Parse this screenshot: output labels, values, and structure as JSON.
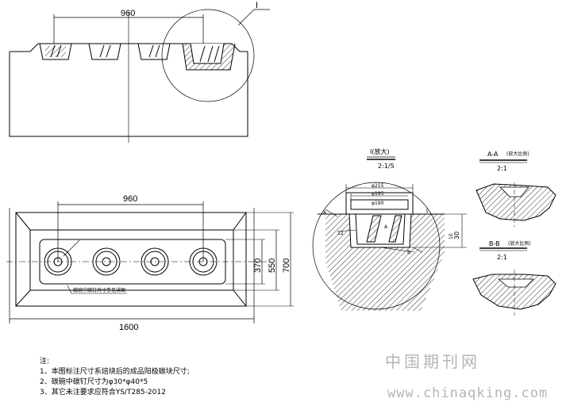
{
  "top_view": {
    "dim_width": "960",
    "detail_ref": "I"
  },
  "plan_view": {
    "dim_width": "960",
    "dim_length": "1600",
    "dim_inner_height": "370",
    "dim_mid_height": "550",
    "dim_outer_height": "700",
    "callout_text": "碳碗中碳钉尺寸参见详图"
  },
  "detail_I": {
    "title": "I(放大)",
    "scale": "2:1/5",
    "dim_a": "φ215",
    "dim_b": "φ195",
    "dim_c": "φ190",
    "dim_d": "30",
    "dim_e": "10",
    "label_A": "A",
    "label_B": "B",
    "label_A2": "A",
    "label_12": "12",
    "label_1": "1"
  },
  "section_AA": {
    "title": "A-A",
    "title_suffix": "(放大比例)",
    "scale": "2:1"
  },
  "section_BB": {
    "title": "B-B",
    "title_suffix": "(放大比例)",
    "scale": "2:1"
  },
  "notes": {
    "heading": "注:",
    "items": [
      "1、本图标注尺寸系焙烧后的成品阳极碳块尺寸;",
      "2、碳碗中碳钉尺寸为φ30*φ40*5",
      "3、其它未注要求应符合YS/T285-2012"
    ]
  },
  "watermark": {
    "cn": "中国期刊网",
    "url": "www.chinaqking.com"
  }
}
